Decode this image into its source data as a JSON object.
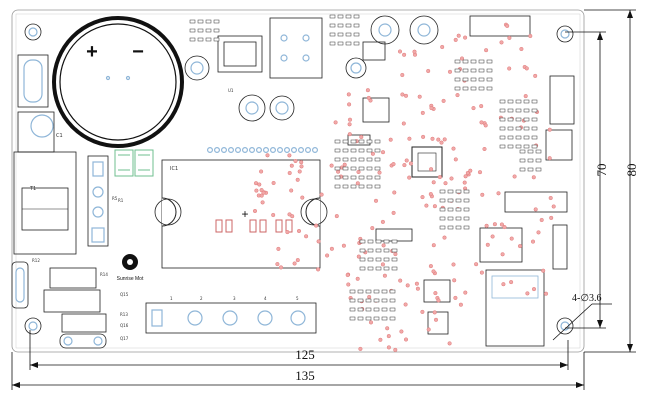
{
  "board": {
    "dimensions": {
      "inner_width": "125",
      "outer_width": "135",
      "inner_height": "70",
      "outer_height": "80",
      "mount_hole_note": "4-∅3.6"
    },
    "capacitor": {
      "plus": "+",
      "minus": "−"
    },
    "logo_text": "Sunrise Mot",
    "silk_labels": {
      "c1": "C1",
      "ic1": "IC1",
      "r13": "R13",
      "q15": "Q15",
      "q16": "Q16",
      "q17": "Q17",
      "r12": "R12",
      "r14": "R14",
      "t1": "T1",
      "r5": "R5",
      "r1": "R1",
      "u1": "U1",
      "term_1": "1",
      "term_2": "2",
      "term_3": "3",
      "term_4": "4",
      "term_5": "5",
      "mod_plus": "+"
    }
  },
  "colors": {
    "pad_outline": "#8fb6d8",
    "via_fill": "#f1a8a8",
    "silkscreen": "#222222",
    "connector_green": "#6fbf8f"
  }
}
